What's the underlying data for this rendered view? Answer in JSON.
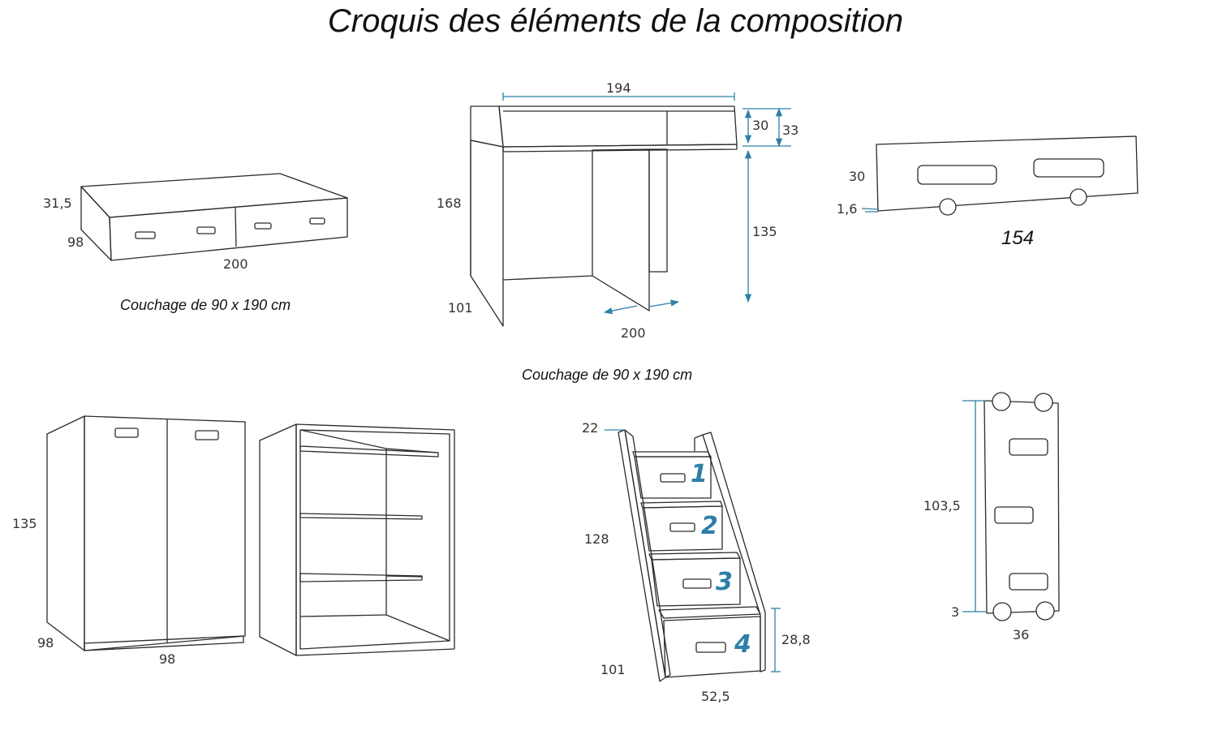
{
  "title": "Croquis des éléments de la composition",
  "colors": {
    "dimension_line": "#2e7fa8",
    "outline": "#2b2b2b",
    "step_number": "#2e7fa8"
  },
  "bed": {
    "dims": {
      "height": "31,5",
      "depth": "98",
      "length": "200"
    },
    "caption": "Couchage de 90 x 190 cm"
  },
  "desk_bed": {
    "dims": {
      "top_width": "194",
      "guard_30": "30",
      "guard_33": "33",
      "height": "168",
      "clearance": "135",
      "depth": "101",
      "length": "200"
    },
    "caption": "Couchage de 90 x 190 cm"
  },
  "guard_rail": {
    "dims": {
      "height": "30",
      "thickness": "1,6"
    },
    "length": "154"
  },
  "cabinet": {
    "dims": {
      "height": "135",
      "depth": "98",
      "width": "98"
    }
  },
  "stairs": {
    "dims": {
      "top": "22",
      "height": "128",
      "depth": "101",
      "step": "28,8",
      "width": "52,5"
    },
    "steps": [
      "1",
      "2",
      "3",
      "4"
    ]
  },
  "ladder": {
    "dims": {
      "height": "103,5",
      "offset": "3",
      "width": "36"
    }
  }
}
